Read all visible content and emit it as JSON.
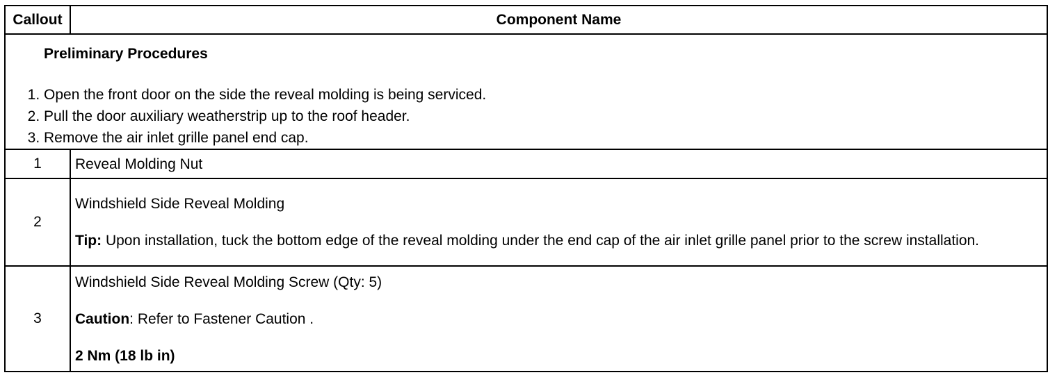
{
  "header": {
    "callout": "Callout",
    "component_name": "Component Name"
  },
  "preliminary": {
    "title": "Preliminary Procedures",
    "steps": [
      {
        "num": "1.",
        "text": "Open the front door on the side the reveal molding is being serviced."
      },
      {
        "num": "2.",
        "text": "Pull the door auxiliary weatherstrip up to the roof header."
      },
      {
        "num": "3.",
        "text": "Remove the air inlet grille panel end cap."
      }
    ]
  },
  "rows": [
    {
      "callout": "1",
      "name": "Reveal Molding Nut"
    },
    {
      "callout": "2",
      "name": "Windshield Side Reveal Molding",
      "tip_label": "Tip:",
      "tip_text": " Upon installation, tuck the bottom edge of the reveal molding under the end cap of the air inlet grille panel prior to the screw installation."
    },
    {
      "callout": "3",
      "name": "Windshield Side Reveal Molding Screw (Qty: 5)",
      "caution_label": "Caution",
      "caution_text": ": Refer to Fastener Caution .",
      "torque": "2 Nm (18 lb in)"
    }
  ]
}
